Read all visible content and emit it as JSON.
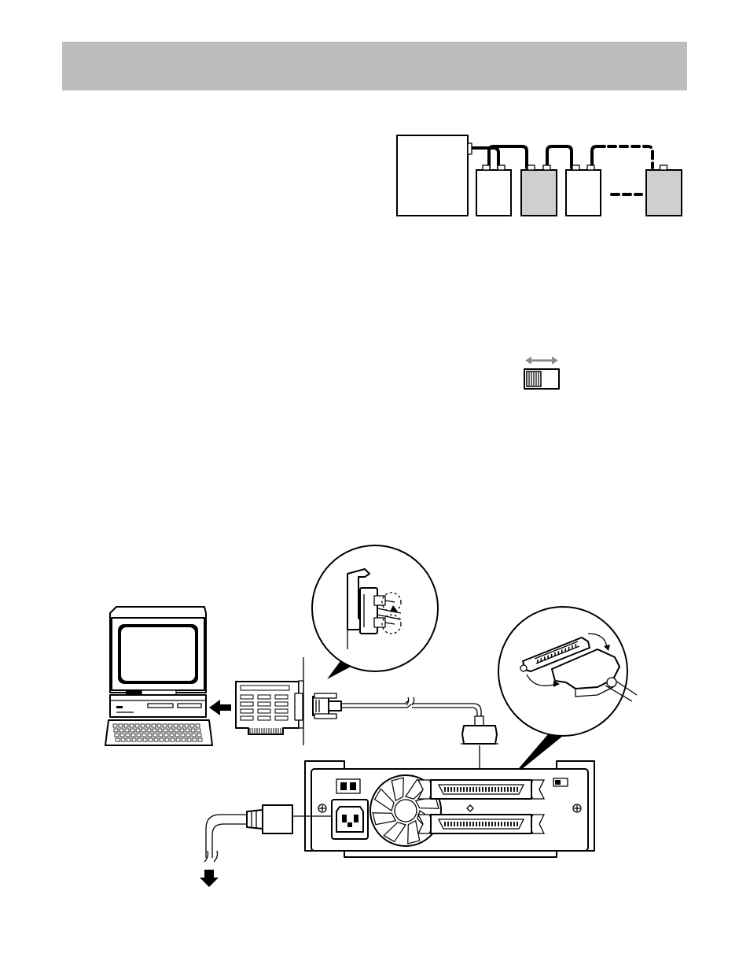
{
  "colors": {
    "header_band": "#bdbdbd",
    "device_shaded": "#cfcfcf",
    "switch_arrow": "#8a8a8a",
    "ink": "#000000",
    "paper": "#ffffff"
  },
  "header": {
    "title": ""
  },
  "chain_diagram": {
    "devices": [
      {
        "role": "host",
        "shaded": false
      },
      {
        "role": "device-1",
        "shaded": false
      },
      {
        "role": "device-2",
        "shaded": true
      },
      {
        "role": "device-3",
        "shaded": false
      },
      {
        "role": "device-last",
        "shaded": true
      }
    ]
  },
  "switch": {
    "icon": "slide-switch-icon",
    "arrow_icon": "double-arrow-icon"
  },
  "connection_diagram": {
    "icons": [
      "computer-icon",
      "interface-card-icon",
      "cable-connector-icon",
      "callout-screw-lock-icon",
      "callout-latch-clip-icon",
      "rear-panel-icon",
      "power-cord-icon",
      "outlet-arrow-icon"
    ]
  }
}
